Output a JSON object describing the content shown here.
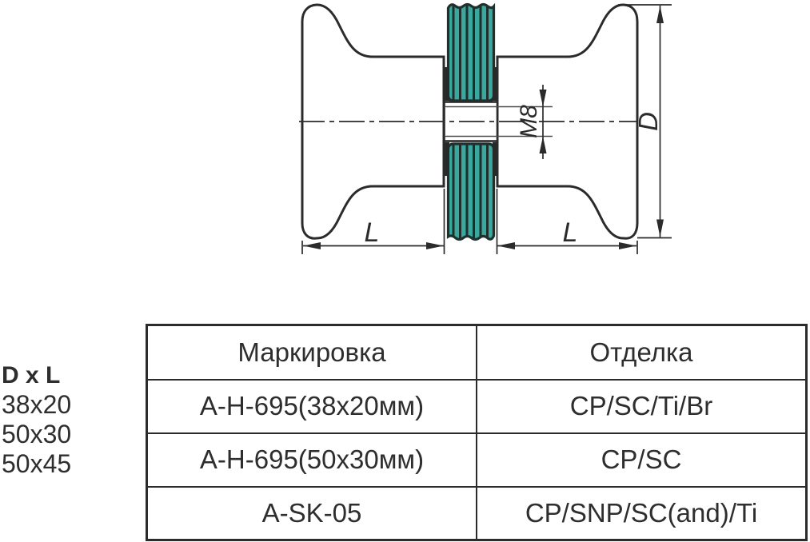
{
  "drawing": {
    "labels": {
      "thread": "М8",
      "diameter": "D",
      "length": "L"
    },
    "colors": {
      "glass": "#3AA89E",
      "glass_stripe": "#1D2E2B",
      "line": "#2B2B2B"
    }
  },
  "specs": {
    "title": "D x L",
    "sizes": [
      "38x20",
      "50x30",
      "50x45"
    ]
  },
  "table": {
    "headers": [
      "Маркировка",
      "Отделка"
    ],
    "rows": [
      {
        "marking": "А-Н-695(38х20мм)",
        "finish": "CP/SC/Ti/Br"
      },
      {
        "marking": "А-Н-695(50х30мм)",
        "finish": "CP/SC"
      },
      {
        "marking": "A-SK-05",
        "finish": "CP/SNP/SC(and)/Ti"
      }
    ]
  }
}
